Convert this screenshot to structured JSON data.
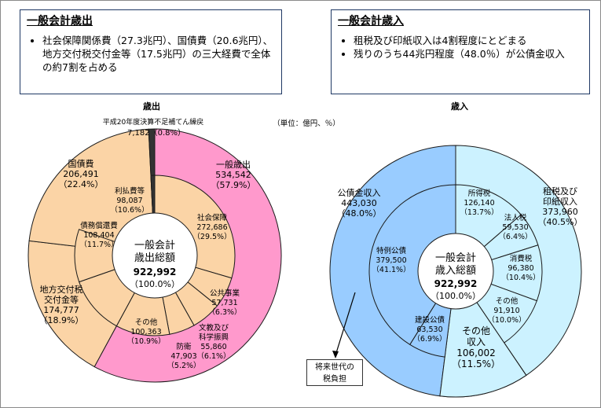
{
  "boxes": {
    "expenditure": {
      "title": "一般会計歳出",
      "bullets": [
        "社会保障関係費（27.3兆円）、国債費（20.6兆円）、地方交付税交付金等（17.5兆円）の三大経費で全体の約7割を占める"
      ]
    },
    "revenue": {
      "title": "一般会計歳入",
      "bullets": [
        "租税及び印紙収入は4割程度にとどまる",
        "残りのうち44兆円程度（48.0％）が公債金収入"
      ]
    }
  },
  "unit_note": "（単位：億円、％）",
  "note_box": {
    "line1": "将来世代の",
    "line2": "税負担"
  },
  "colors": {
    "orange": "#fbd4a6",
    "pink": "#ff99cc",
    "blue_light": "#ccf2ff",
    "blue_dark": "#99ccff",
    "dark": "#333333",
    "stroke": "#1a1a1a"
  },
  "chart_data": [
    {
      "type": "pie",
      "title": "歳出",
      "center": {
        "line1": "一般会計",
        "line2": "歳出総額",
        "value": "922,992",
        "pct": "（100.0%）"
      },
      "total": 922992,
      "outer": [
        {
          "name": "一般歳出",
          "value": 534542,
          "value_label": "534,542",
          "pct": "（57.9%）"
        },
        {
          "name": "国債費",
          "value": 206491,
          "value_label": "206,491",
          "pct": "（22.4%）"
        },
        {
          "name": "地方交付税交付金等",
          "name_lines": [
            "地方交付税",
            "交付金等"
          ],
          "value": 174777,
          "value_label": "174,777",
          "pct": "（18.9%）"
        },
        {
          "name": "平成20年度決算不足補てん繰戻",
          "value": 7182,
          "value_label": "7,182",
          "pct": "（0.8%）"
        }
      ],
      "inner": [
        {
          "name": "社会保障",
          "value": 272686,
          "value_label": "272,686",
          "pct": "（29.5%）"
        },
        {
          "name": "公共事業",
          "value": 57731,
          "value_label": "57,731",
          "pct": "（6.3%）"
        },
        {
          "name": "文教及び科学振興",
          "name_lines": [
            "文教及び",
            "科学振興"
          ],
          "value": 55860,
          "value_label": "55,860",
          "pct": "（6.1%）"
        },
        {
          "name": "防衛",
          "value": 47903,
          "value_label": "47,903",
          "pct": "（5.2%）"
        },
        {
          "name": "その他",
          "value": 100363,
          "value_label": "100,363",
          "pct": "（10.9%）"
        },
        {
          "name": "債務償還費",
          "value": 108404,
          "value_label": "108,404",
          "pct": "（11.7%）"
        },
        {
          "name": "利払費等",
          "value": 98087,
          "value_label": "98,087",
          "pct": "（10.6%）"
        }
      ]
    },
    {
      "type": "pie",
      "title": "歳入",
      "center": {
        "line1": "一般会計",
        "line2": "歳入総額",
        "value": "922,992",
        "pct": "（100.0%）"
      },
      "total": 922992,
      "outer": [
        {
          "name": "租税及び印紙収入",
          "name_lines": [
            "租税及び",
            "印紙収入"
          ],
          "value": 373960,
          "value_label": "373,960",
          "pct": "（40.5%）"
        },
        {
          "name": "その他収入",
          "name_lines": [
            "その他",
            "収入"
          ],
          "value": 106002,
          "value_label": "106,002",
          "pct": "（11.5%）"
        },
        {
          "name": "公債金収入",
          "value": 443030,
          "value_label": "443,030",
          "pct": "（48.0%）"
        }
      ],
      "inner": [
        {
          "name": "所得税",
          "value": 126140,
          "value_label": "126,140",
          "pct": "（13.7%）"
        },
        {
          "name": "法人税",
          "value": 59530,
          "value_label": "59,530",
          "pct": "（6.4%）"
        },
        {
          "name": "消費税",
          "value": 96380,
          "value_label": "96,380",
          "pct": "（10.4%）"
        },
        {
          "name": "その他",
          "value": 91910,
          "value_label": "91,910",
          "pct": "（10.0%）"
        },
        {
          "name": "その他収入",
          "value": 106002,
          "value_label": "",
          "pct": ""
        },
        {
          "name": "建設公債",
          "value": 63530,
          "value_label": "63,530",
          "pct": "（6.9%）"
        },
        {
          "name": "特例公債",
          "value": 379500,
          "value_label": "379,500",
          "pct": "（41.1%）"
        }
      ]
    }
  ]
}
